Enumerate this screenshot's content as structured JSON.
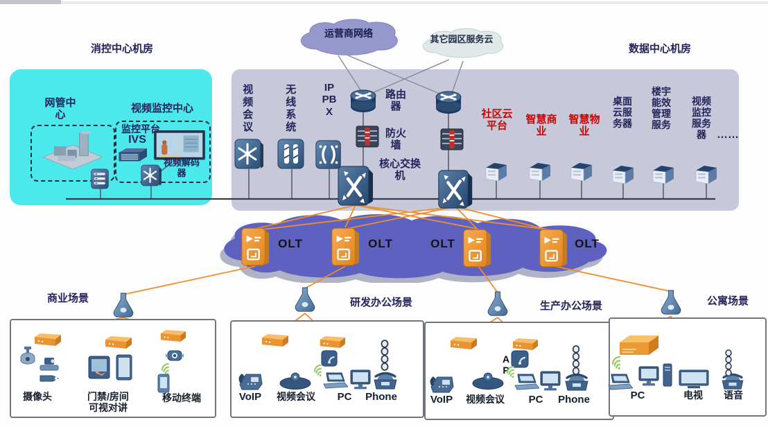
{
  "diagram": {
    "clouds": {
      "carrier": "运营商网络",
      "other": "其它园区服务云"
    },
    "monitoring_room": {
      "title": "消控中心机房",
      "nmc_label": "网管中心",
      "vsc_label": "视频监控中心",
      "platform_label": "监控平台",
      "ivs_label": "IVS",
      "decoder_label": "视频解码器"
    },
    "datacenter_room": {
      "title": "数据中心机房",
      "video_conf": "视频会议",
      "wireless": "无线系统",
      "ippbx": "IP PBX",
      "router": "路由器",
      "firewall": "防火墙",
      "core_switch": "核心交换机",
      "apps": [
        "社区云平台",
        "智慧商业",
        "智慧物业"
      ],
      "servers": [
        "桌面云服务器",
        "楼宇能效管理服务",
        "视频监控服务器"
      ],
      "ellipsis": "……"
    },
    "access": {
      "olt": "OLT"
    },
    "scenes": {
      "business": {
        "title": "商业场景",
        "camera": "摄像头",
        "door": "门禁/房间可视对讲",
        "mobile": "移动终端"
      },
      "rnd": {
        "title": "研发办公场景",
        "voip": "VoIP",
        "video_conf": "视频会议",
        "pc": "PC",
        "phone": "Phone"
      },
      "production": {
        "title": "生产办公场景",
        "voip": "VoIP",
        "video_conf": "视频会议",
        "ap": "AP",
        "pc": "PC",
        "phone": "Phone"
      },
      "apartment": {
        "title": "公寓场景",
        "pc": "PC",
        "tv": "电视",
        "voice": "语音"
      }
    }
  }
}
